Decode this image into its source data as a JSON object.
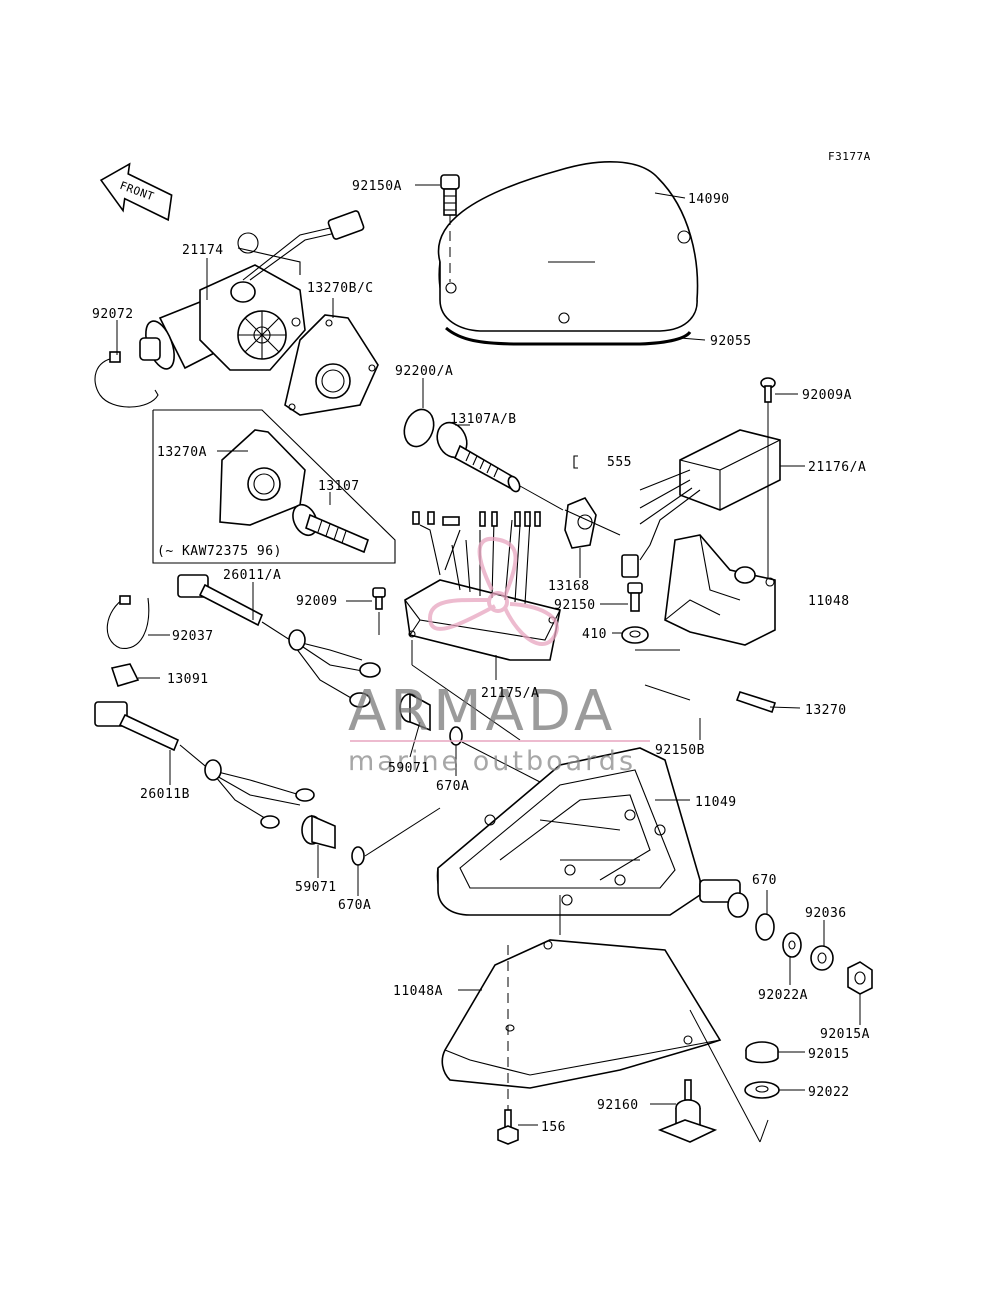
{
  "figure_code": "F3177A",
  "front_arrow_label": "FRONT",
  "watermark": {
    "brand": "ARMADA",
    "tagline": "marine outboards",
    "colors": {
      "pink": "#e8a5c0",
      "gray": "#808080"
    }
  },
  "parts": {
    "p92150A": "92150A",
    "p14090": "14090",
    "p92055": "92055",
    "p21174": "21174",
    "p92072": "92072",
    "p13270BC": "13270B/C",
    "p92200A": "92200/A",
    "p13107AB": "13107A/B",
    "p555": "555",
    "p92009A": "92009A",
    "p21176A": "21176/A",
    "p13270A": "13270A",
    "p13107": "13107",
    "inset_note": "(~ KAW72375  96)",
    "p26011A": "26011/A",
    "p92009": "92009",
    "p13168": "13168",
    "p92150": "92150",
    "p11048": "11048",
    "p410": "410",
    "p92037": "92037",
    "p13091": "13091",
    "p21175A": "21175/A",
    "p13270": "13270",
    "p59071a": "59071",
    "p670Aa": "670A",
    "p92150B": "92150B",
    "p26011B": "26011B",
    "p11049": "11049",
    "p59071b": "59071",
    "p670Ab": "670A",
    "p670": "670",
    "p92036": "92036",
    "p11048A": "11048A",
    "p92022A": "92022A",
    "p92015A": "92015A",
    "p92015": "92015",
    "p92160": "92160",
    "p92022": "92022",
    "p156": "156"
  }
}
